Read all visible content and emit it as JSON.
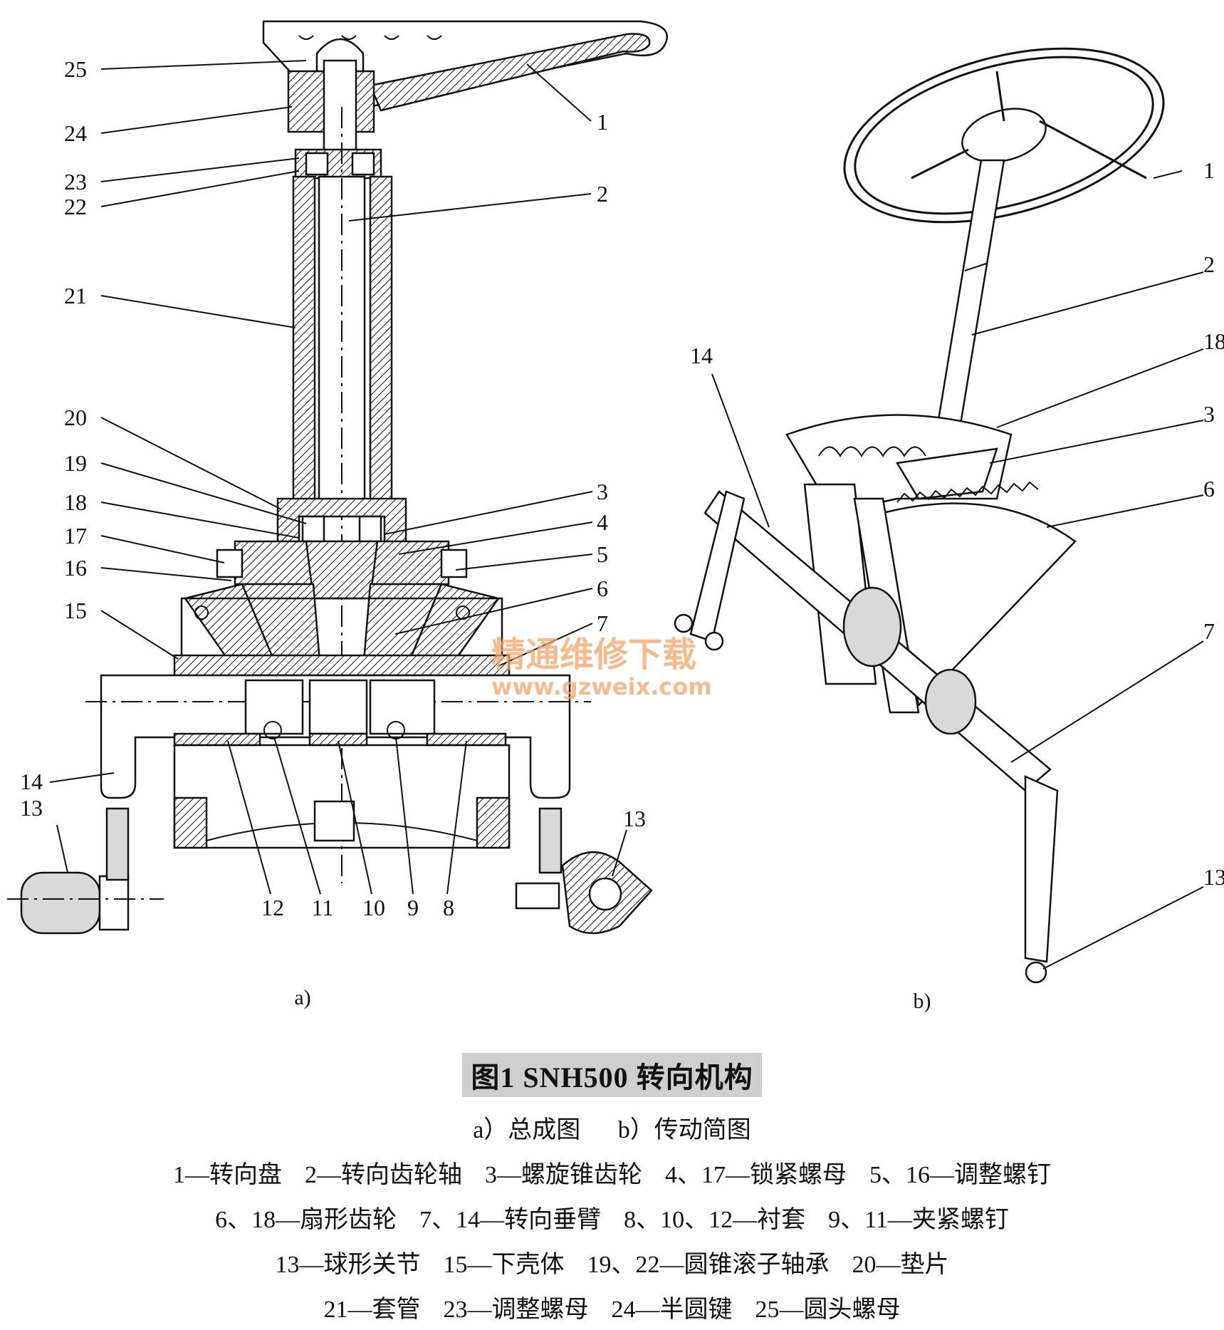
{
  "figure": {
    "title": "图1 SNH500 转向机构",
    "subtitle_a": "a）总成图",
    "subtitle_b": "b）传动简图",
    "panel_a_label": "a)",
    "panel_b_label": "b)"
  },
  "watermark": {
    "line1": "精通维修下载",
    "line2": "www.gzweix.com"
  },
  "panel_a": {
    "left_labels": [
      "25",
      "24",
      "23",
      "22",
      "21",
      "20",
      "19",
      "18",
      "17",
      "16",
      "15",
      "14",
      "13"
    ],
    "right_labels": [
      "1",
      "2",
      "3",
      "4",
      "5",
      "6",
      "7",
      "13"
    ],
    "bottom_labels": [
      "12",
      "11",
      "10",
      "9",
      "8"
    ]
  },
  "panel_b": {
    "labels": [
      "1",
      "2",
      "18",
      "3",
      "6",
      "7",
      "13",
      "14"
    ]
  },
  "legend": [
    [
      "1—转向盘",
      "2—转向齿轮轴",
      "3—螺旋锥齿轮",
      "4、17—锁紧螺母",
      "5、16—调整螺钉"
    ],
    [
      "6、18—扇形齿轮",
      "7、14—转向垂臂",
      "8、10、12—衬套",
      "9、11—夹紧螺钉"
    ],
    [
      "13—球形关节",
      "15—下壳体",
      "19、22—圆锥滚子轴承",
      "20—垫片"
    ],
    [
      "21—套管",
      "23—调整螺母",
      "24—半圆键",
      "25—圆头螺母"
    ]
  ]
}
